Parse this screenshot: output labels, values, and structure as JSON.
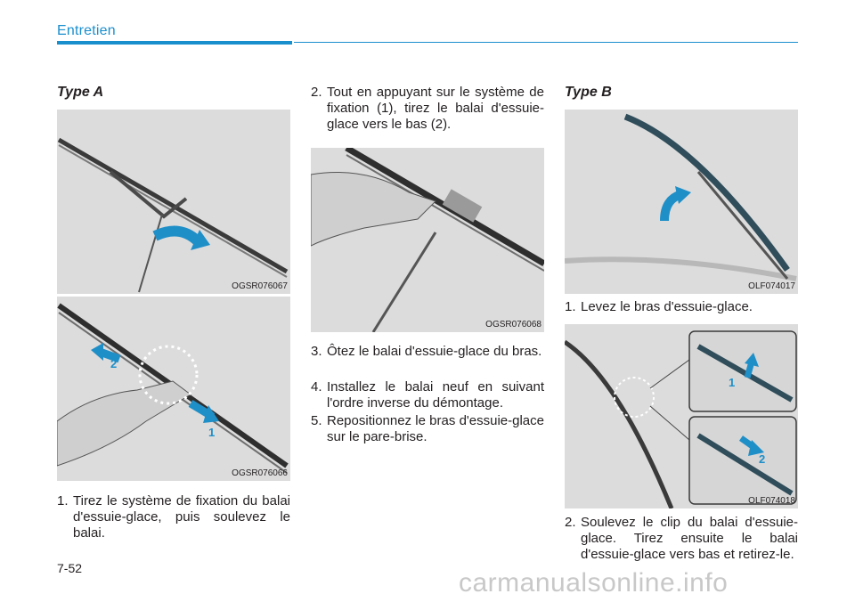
{
  "header": {
    "section": "Entretien"
  },
  "type_a": {
    "heading": "Type A",
    "figure1_code": "OGSR076067",
    "figure2_code": "OGSR076066",
    "figure2_labels": [
      "2",
      "1"
    ],
    "step1_num": "1.",
    "step1_text": "Tirez le système de fixation du balai d'essuie-glace, puis soulevez le balai."
  },
  "middle": {
    "step2_num": "2.",
    "step2_text": "Tout en appuyant sur le système de fixation (1), tirez le balai d'essuie-glace vers le bas (2).",
    "figure_code": "OGSR076068",
    "step3_num": "3.",
    "step3_text": "Ôtez le balai d'essuie-glace du bras.",
    "step4_num": "4.",
    "step4_text": "Installez le balai neuf en suivant l'ordre inverse du démontage.",
    "step5_num": "5.",
    "step5_text": "Repositionnez le bras d'essuie-glace sur le pare-brise."
  },
  "type_b": {
    "heading": "Type B",
    "figure1_code": "OLF074017",
    "step1_num": "1.",
    "step1_text": "Levez le bras d'essuie-glace.",
    "figure2_code": "OLF074018",
    "figure2_labels": [
      "1",
      "2"
    ],
    "step2_num": "2.",
    "step2_text": "Soulevez le clip du balai d'essuie-glace. Tirez ensuite le balai d'essuie-glace vers bas et retirez-le."
  },
  "footer": {
    "page_number": "7-52",
    "watermark": "carmanualsonline.info"
  },
  "colors": {
    "accent": "#1a8fce",
    "figure_bg": "#dcdcdc",
    "arrow": "#2a9fd6"
  }
}
